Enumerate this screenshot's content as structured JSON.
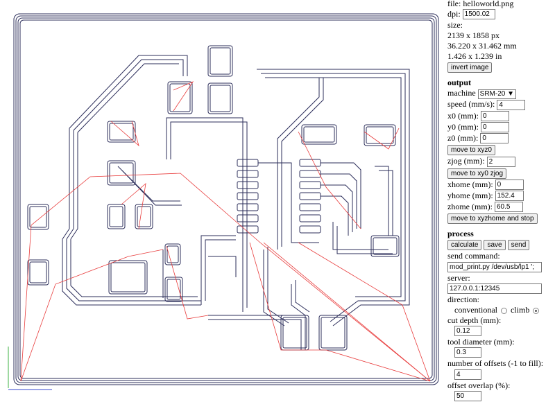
{
  "file": {
    "label": "file:",
    "value": "helloworld.png"
  },
  "dpi": {
    "label": "dpi:",
    "value": "1500.02"
  },
  "size": {
    "label": "size:",
    "px": "2139 x 1858 px",
    "mm": "36.220 x 31.462 mm",
    "in": "1.426 x 1.239 in"
  },
  "invert_label": "invert image",
  "output": {
    "heading": "output",
    "machine_label": "machine",
    "machine_value": "SRM-20 ▼",
    "speed_label": "speed (mm/s):",
    "speed": "4",
    "x0_label": "x0 (mm):",
    "x0": "0",
    "y0_label": "y0 (mm):",
    "y0": "0",
    "z0_label": "z0 (mm):",
    "z0": "0",
    "move_xyz0": "move to xyz0",
    "zjog_label": "zjog (mm):",
    "zjog": "2",
    "move_xy0_zjog": "move to xy0 zjog",
    "xhome_label": "xhome (mm):",
    "xhome": "0",
    "yhome_label": "yhome (mm):",
    "yhome": "152.4",
    "zhome_label": "zhome (mm):",
    "zhome": "60.5",
    "move_home_stop": "move to xyzhome and stop"
  },
  "process": {
    "heading": "process",
    "calculate": "calculate",
    "save": "save",
    "send": "send",
    "send_command_label": "send command:",
    "send_command": "mod_print.py /dev/usb/lp1 ';",
    "server_label": "server:",
    "server": "127.0.0.1:12345",
    "direction_label": "direction:",
    "conventional": "conventional",
    "climb": "climb",
    "cut_depth_label": "cut depth (mm):",
    "cut_depth": "0.12",
    "tool_diameter_label": "tool diameter (mm):",
    "tool_diameter": "0.3",
    "offsets_label": "number of offsets (-1 to fill):",
    "offsets": "4",
    "overlap_label": "offset overlap (%):",
    "overlap": "50"
  }
}
